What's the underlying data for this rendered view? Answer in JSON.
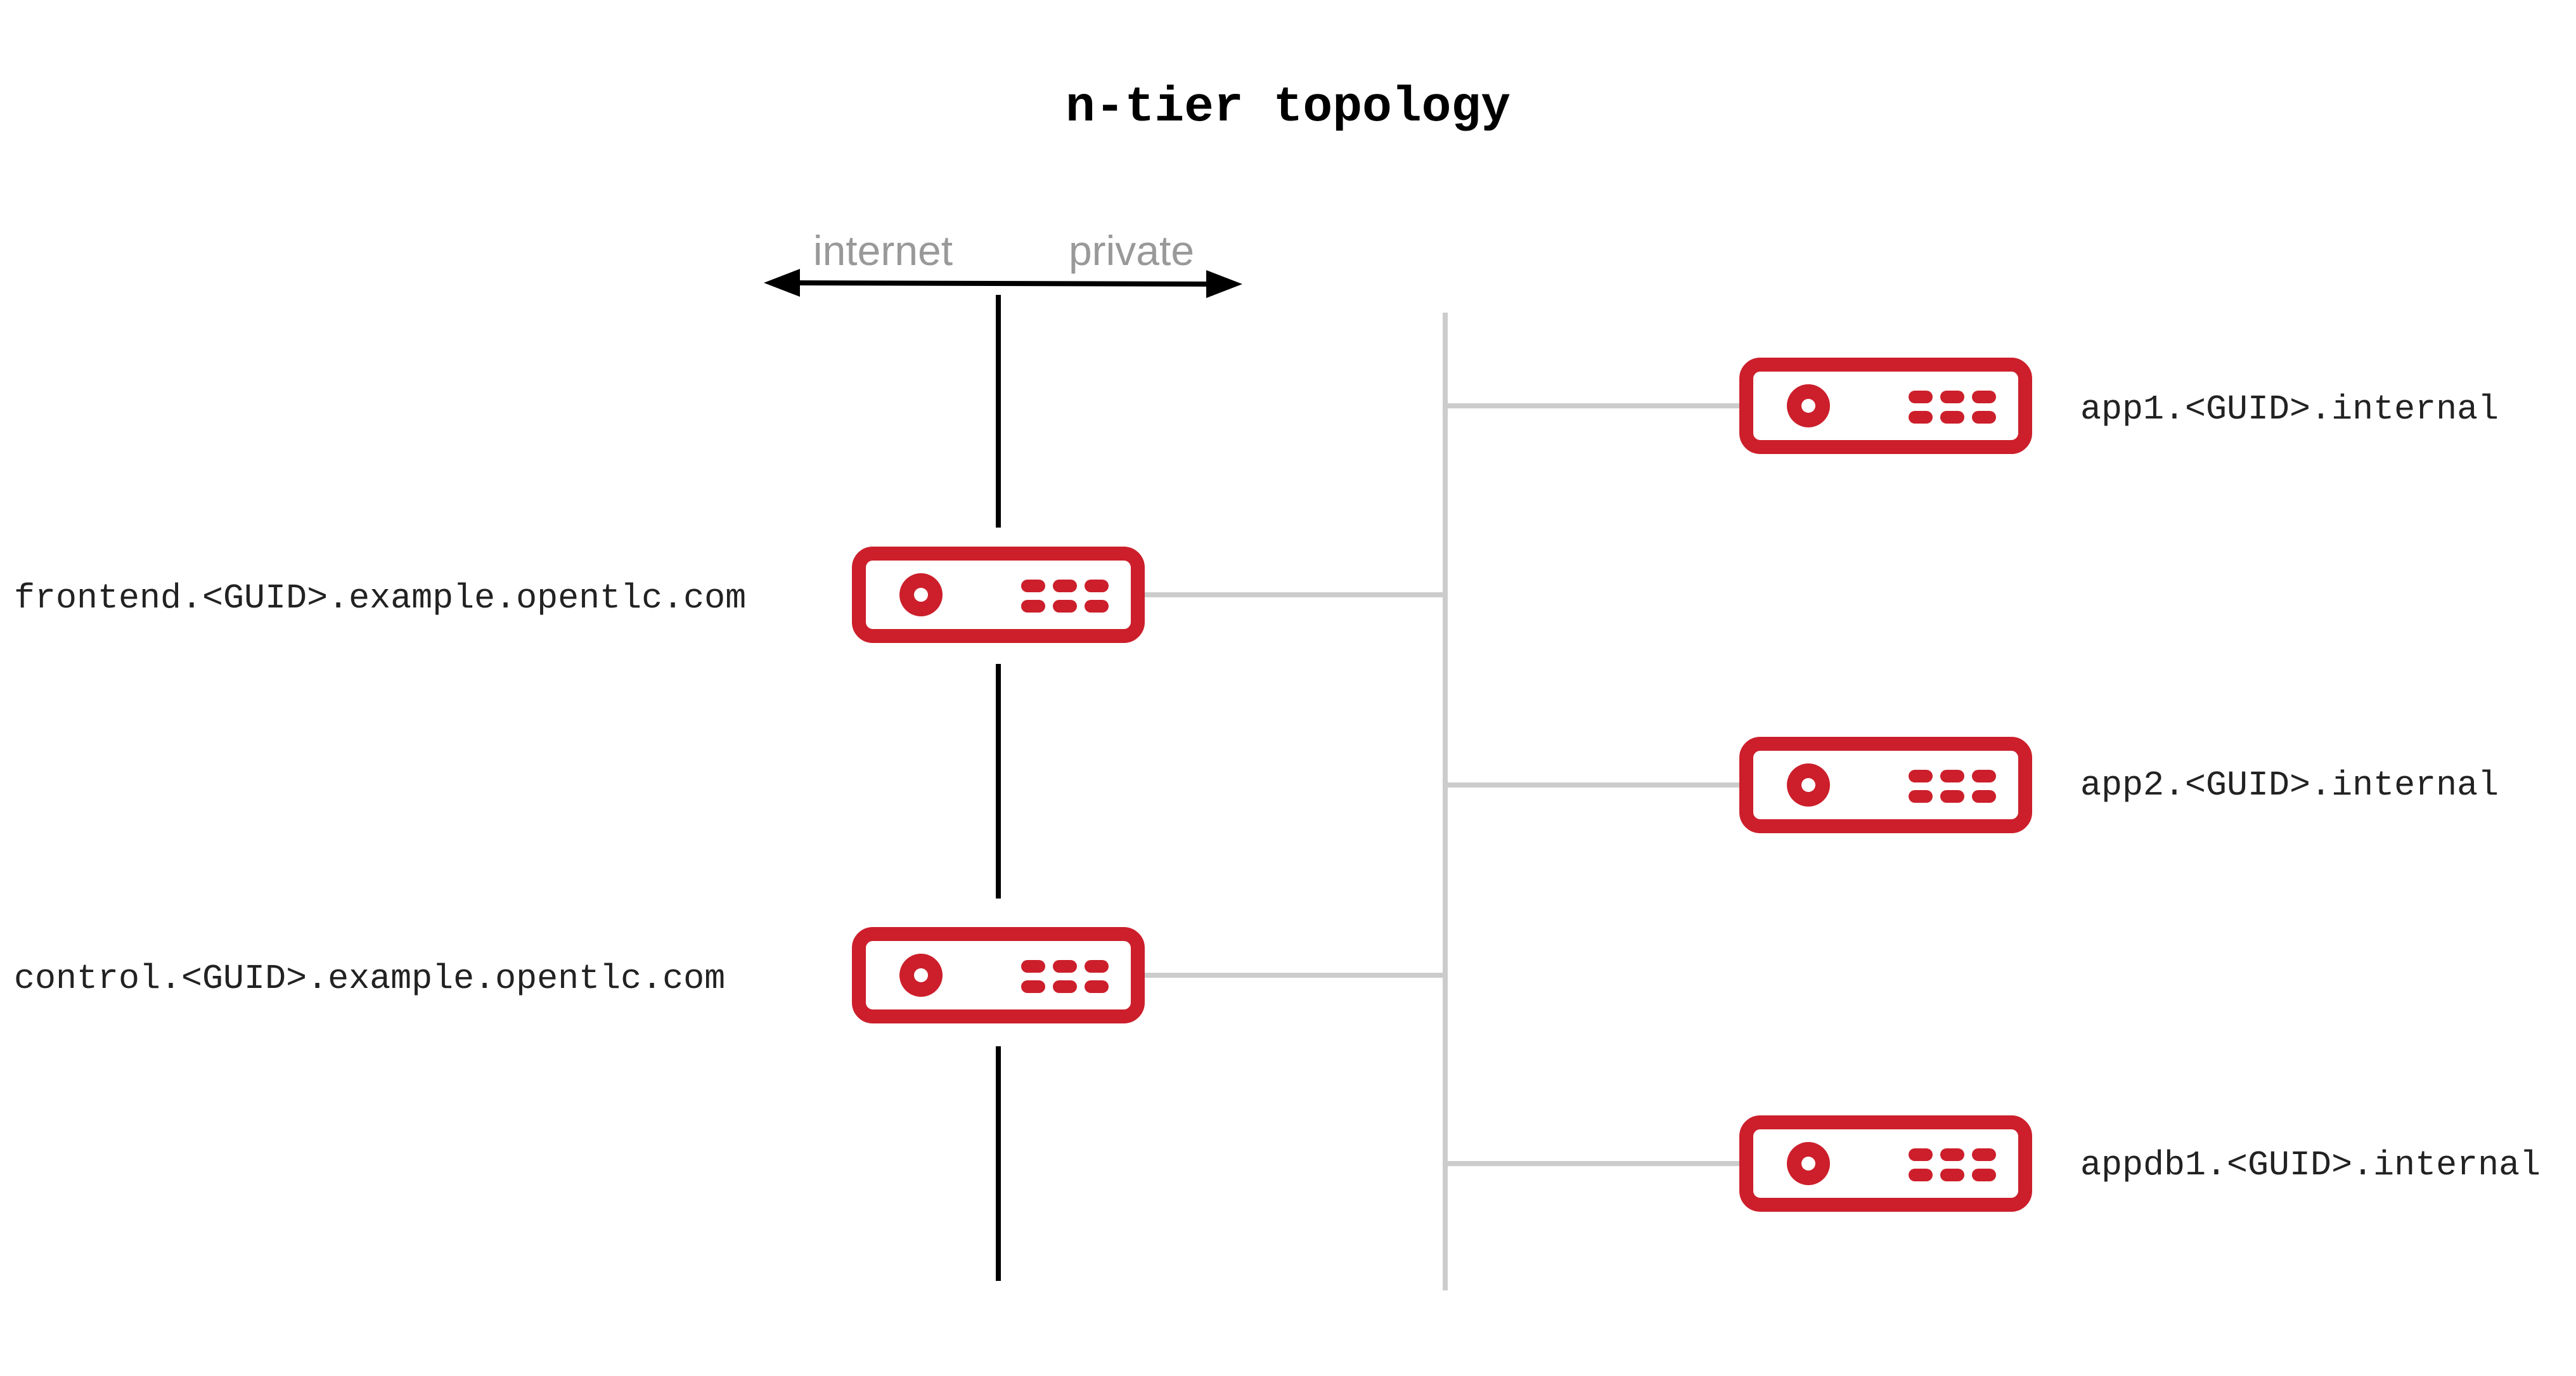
{
  "title": "n-tier topology",
  "zones": {
    "left": "internet",
    "right": "private"
  },
  "colors": {
    "server": "#cc1f2b",
    "public_line": "#000000",
    "private_line": "#cccccc",
    "zone_label": "#999999",
    "text": "#222222"
  },
  "public_servers": [
    {
      "label": "frontend.<GUID>.example.opentlc.com",
      "icon": "server-icon"
    },
    {
      "label": "control.<GUID>.example.opentlc.com",
      "icon": "server-icon"
    }
  ],
  "private_servers": [
    {
      "label": "app1.<GUID>.internal",
      "icon": "server-icon"
    },
    {
      "label": "app2.<GUID>.internal",
      "icon": "server-icon"
    },
    {
      "label": "appdb1.<GUID>.internal",
      "icon": "server-icon"
    }
  ]
}
